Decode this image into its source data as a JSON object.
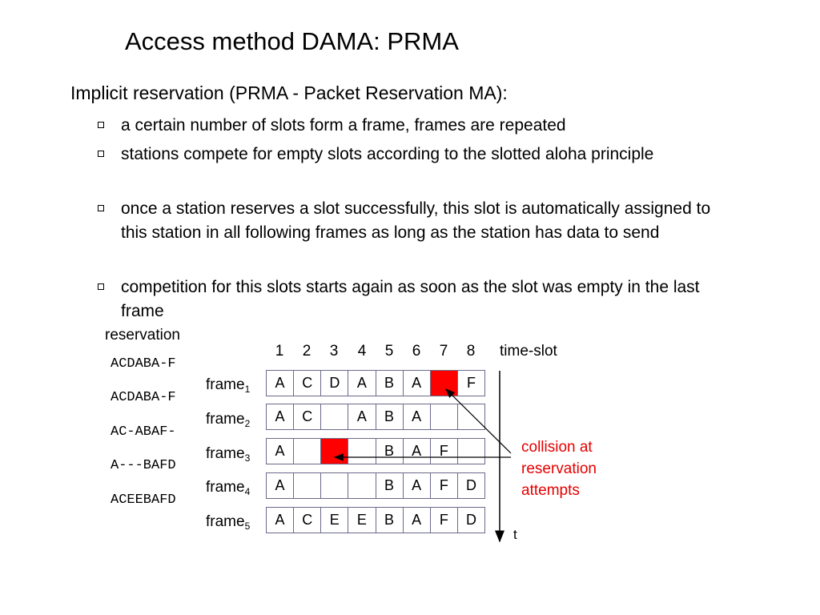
{
  "title": "Access method DAMA: PRMA",
  "intro": "Implicit reservation (PRMA - Packet Reservation MA):",
  "bullets": [
    "a certain number of slots form a frame, frames are repeated",
    "stations compete for empty slots according to the slotted aloha principle",
    "once a station reserves a slot successfully, this slot is automatically assigned to this station in all following frames as long as the station has data to send",
    "competition for this slots starts again as soon as the slot was empty in the last frame"
  ],
  "diagram": {
    "reservation_label": "reservation",
    "reservation_codes": [
      "ACDABA-F",
      "ACDABA-F",
      "AC-ABAF-",
      "A---BAFD",
      "ACEEBAFD"
    ],
    "slot_numbers": [
      "1",
      "2",
      "3",
      "4",
      "5",
      "6",
      "7",
      "8"
    ],
    "time_slot_label": "time-slot",
    "frames": [
      {
        "label": "frame",
        "sub": "1",
        "cells": [
          "A",
          "C",
          "D",
          "A",
          "B",
          "A",
          "",
          "F"
        ],
        "collision": [
          6
        ]
      },
      {
        "label": "frame",
        "sub": "2",
        "cells": [
          "A",
          "C",
          "",
          "A",
          "B",
          "A",
          "",
          ""
        ],
        "collision": []
      },
      {
        "label": "frame",
        "sub": "3",
        "cells": [
          "A",
          "",
          "",
          "",
          "B",
          "A",
          "F",
          ""
        ],
        "collision": [
          2
        ]
      },
      {
        "label": "frame",
        "sub": "4",
        "cells": [
          "A",
          "",
          "",
          "",
          "B",
          "A",
          "F",
          "D"
        ],
        "collision": []
      },
      {
        "label": "frame",
        "sub": "5",
        "cells": [
          "A",
          "C",
          "E",
          "E",
          "B",
          "A",
          "F",
          "D"
        ],
        "collision": []
      }
    ],
    "collision_note": "collision at reservation attempts",
    "time_axis_label": "t",
    "colors": {
      "collision": "#ff0000",
      "note": "#e60000"
    }
  }
}
